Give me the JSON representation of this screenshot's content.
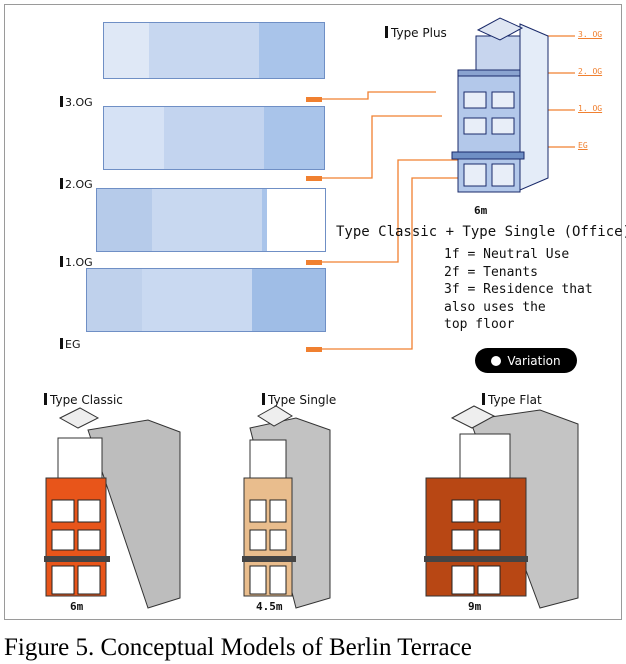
{
  "floors": [
    {
      "label": "3.OG"
    },
    {
      "label": "2.OG"
    },
    {
      "label": "1.OG"
    },
    {
      "label": "EG"
    }
  ],
  "type_plus": {
    "heading": "Type Plus",
    "floor_tags": [
      "3. OG",
      "2. OG",
      "1. OG",
      "EG"
    ],
    "width": "6m"
  },
  "note": {
    "title": "Type Classic + Type Single (Office)",
    "lines": [
      "1f = Neutral Use",
      "2f = Tenants",
      "3f = Residence that",
      "also uses the",
      "top floor"
    ]
  },
  "variation_button": "Variation",
  "types": [
    {
      "heading": "Type Classic",
      "width": "6m",
      "facade_color": "#e8551a"
    },
    {
      "heading": "Type Single",
      "width": "4.5m",
      "facade_color": "#e9bd8d"
    },
    {
      "heading": "Type Flat",
      "width": "9m",
      "facade_color": "#b84714"
    }
  ],
  "colors": {
    "plan_blue": "#a9c4ea",
    "line_orange": "#f08030",
    "outline": "#1a2a6a"
  },
  "caption": "Figure 5. Conceptual Models of Berlin Terrace"
}
